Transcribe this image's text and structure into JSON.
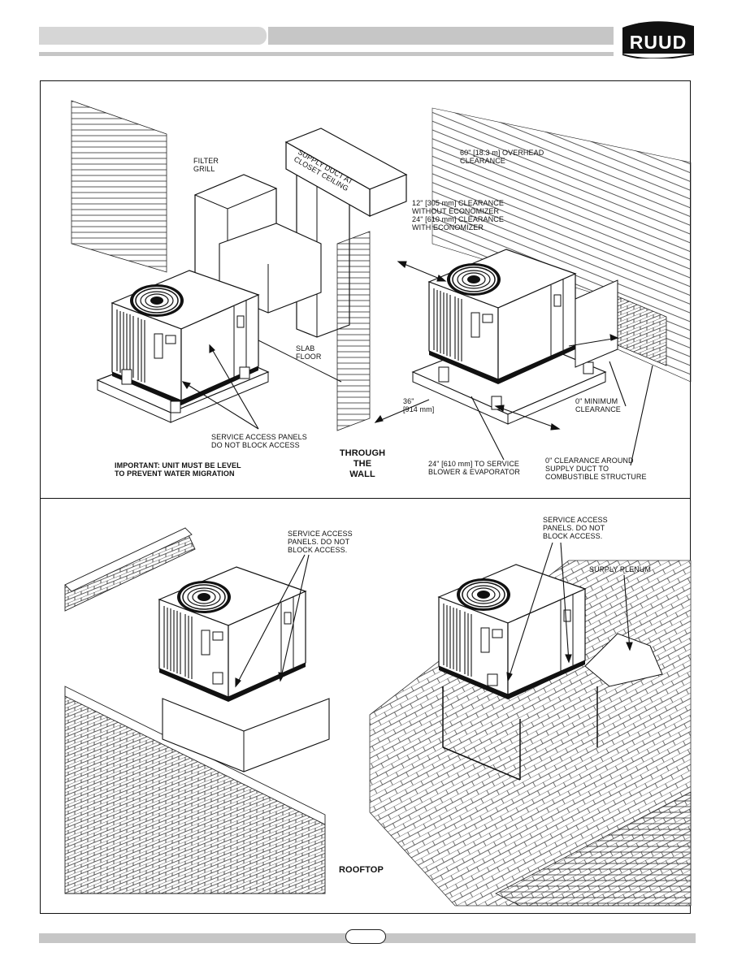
{
  "brand": {
    "logo_text": "RUUD"
  },
  "through_wall": {
    "filter_grill": "FILTER\nGRILL",
    "supply_duct": "SUPPLY DUCT AT\nCLOSET CEILING",
    "overhead": "60\" [18.3 m] OVERHEAD\nCLEARANCE",
    "economizer": "12\" [305 mm] CLEARANCE\nWITHOUT ECONOMIZER\n24\" [610 mm] CLEARANCE\nWITH ECONOMIZER",
    "slab_floor": "SLAB\nFLOOR",
    "dim_36": "36\"\n[914 mm]",
    "min_clearance": "0\" MINIMUM\nCLEARANCE",
    "service_panels": "SERVICE ACCESS PANELS\nDO NOT BLOCK ACCESS",
    "important": "IMPORTANT: UNIT MUST BE LEVEL\nTO PREVENT WATER MIGRATION",
    "title": "THROUGH\nTHE\nWALL",
    "blower": "24\" [610 mm] TO SERVICE\nBLOWER & EVAPORATOR",
    "combustible": "0\" CLEARANCE AROUND\nSUPPLY DUCT TO\nCOMBUSTIBLE STRUCTURE"
  },
  "rooftop": {
    "service_left": "SERVICE ACCESS\nPANELS. DO NOT\nBLOCK ACCESS.",
    "service_right": "SERVICE ACCESS\nPANELS. DO NOT\nBLOCK ACCESS.",
    "supply_plenum": "SUPPLY PLENUM",
    "title": "ROOFTOP"
  }
}
